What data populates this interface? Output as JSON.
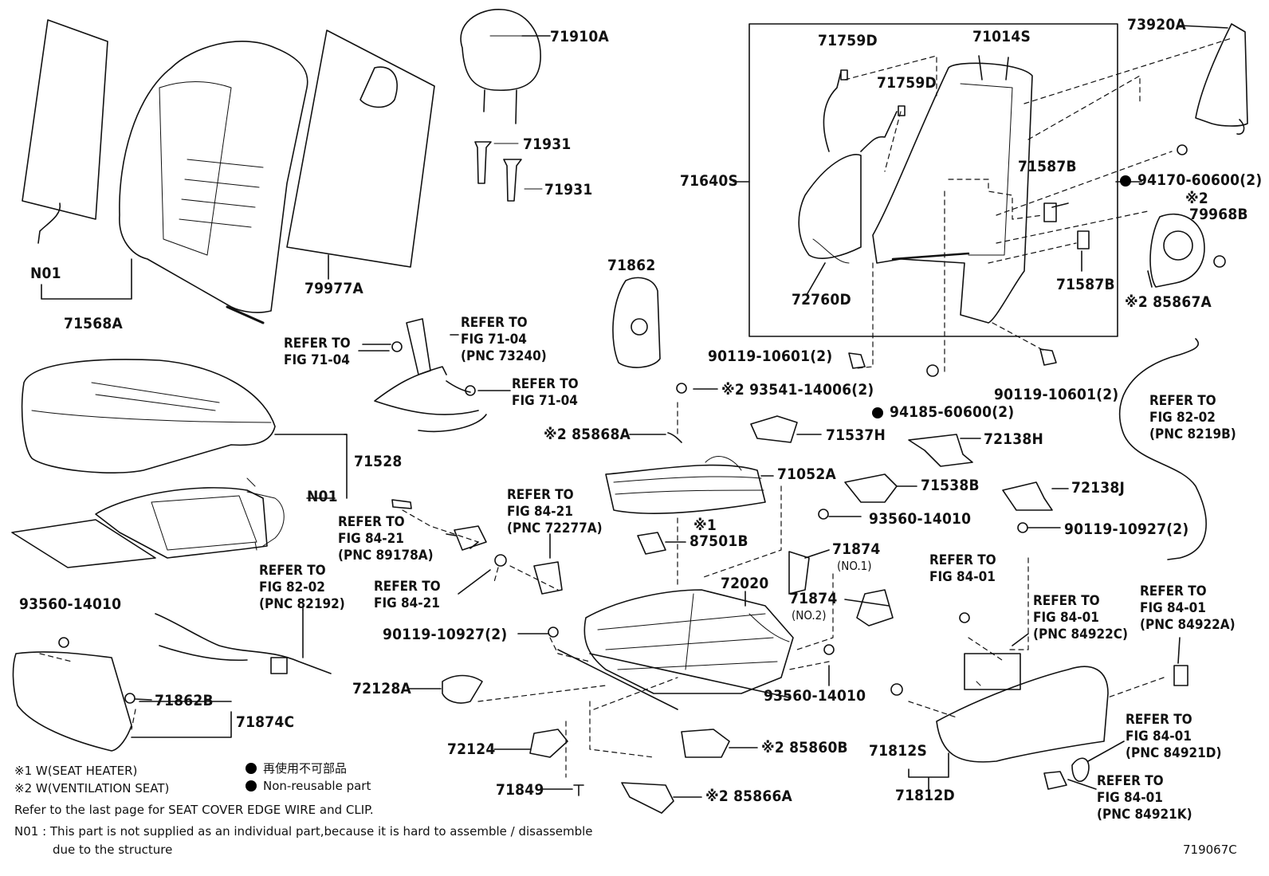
{
  "parts": {
    "p71910A": "71910A",
    "p71931a": "71931",
    "p71931b": "71931",
    "p71568A": "71568A",
    "p79977A": "79977A",
    "n01a": "N01",
    "n01b": "N01",
    "p71528": "71528",
    "p71862": "71862",
    "p71759Da": "71759D",
    "p71759Db": "71759D",
    "p71014S": "71014S",
    "p71640S": "71640S",
    "p71587Ba": "71587B",
    "p71587Bb": "71587B",
    "p72760D": "72760D",
    "p73920A": "73920A",
    "p94170": "94170-60600(2)",
    "p79968B": "79968B",
    "p85867A": "85867A",
    "p90119a": "90119-10601(2)",
    "p90119b": "90119-10601(2)",
    "p94185": "94185-60600(2)",
    "p93541": "93541-14006(2)",
    "p85868A": "85868A",
    "p71537H": "71537H",
    "p72138H": "72138H",
    "p71052A": "71052A",
    "p71538B": "71538B",
    "p72138J": "72138J",
    "p93560a": "93560-14010",
    "p90119c": "90119-10927(2)",
    "p87501B": "87501B",
    "p71874a": "71874",
    "no1": "(NO.1)",
    "p71874b": "71874",
    "no2": "(NO.2)",
    "p72020": "72020",
    "p93560b": "93560-14010",
    "p90119d": "90119-10927(2)",
    "p72128A": "72128A",
    "p72124": "72124",
    "p71849": "71849",
    "p85860B": "85860B",
    "p85866A": "85866A",
    "p93560c": "93560-14010",
    "p71862B": "71862B",
    "p71874C": "71874C",
    "p71812S": "71812S",
    "p71812D": "71812D",
    "m1": "※1",
    "m2a": "※2",
    "m2b": "※2",
    "m2c": "※2",
    "m2d": "※2",
    "m2e": "※2",
    "m2f": "※2",
    "m2g": "※2"
  },
  "refs": {
    "r1": "REFER TO\nFIG 71-04",
    "r2": "REFER TO\nFIG 71-04\n(PNC 73240)",
    "r3": "REFER TO\nFIG 71-04",
    "r4": "REFER TO\nFIG 82-02\n(PNC 8219B)",
    "r5": "REFER TO\nFIG 84-21\n(PNC 72277A)",
    "r6": "REFER TO\nFIG 84-21\n(PNC 89178A)",
    "r7": "REFER TO\nFIG 84-21",
    "r8": "REFER TO\nFIG 82-02\n(PNC 82192)",
    "r9": "REFER TO\nFIG 84-01",
    "r10": "REFER TO\nFIG 84-01\n(PNC 84922C)",
    "r11": "REFER TO\nFIG 84-01\n(PNC 84922A)",
    "r12": "REFER TO\nFIG 84-01\n(PNC 84921D)",
    "r13": "REFER TO\nFIG 84-01\n(PNC 84921K)"
  },
  "legend": {
    "w1": "※1 W(SEAT HEATER)",
    "w2": "※2 W(VENTILATION SEAT)",
    "jp": "再使用不可部品",
    "en": "Non-reusable part",
    "edge": "Refer to the last page for SEAT COVER EDGE WIRE and CLIP.",
    "n01_line1": "N01 :  This part is not supplied as an individual part,because it is hard to assemble / disassemble",
    "n01_line2": "due to the structure",
    "fig_id": "719067C"
  }
}
